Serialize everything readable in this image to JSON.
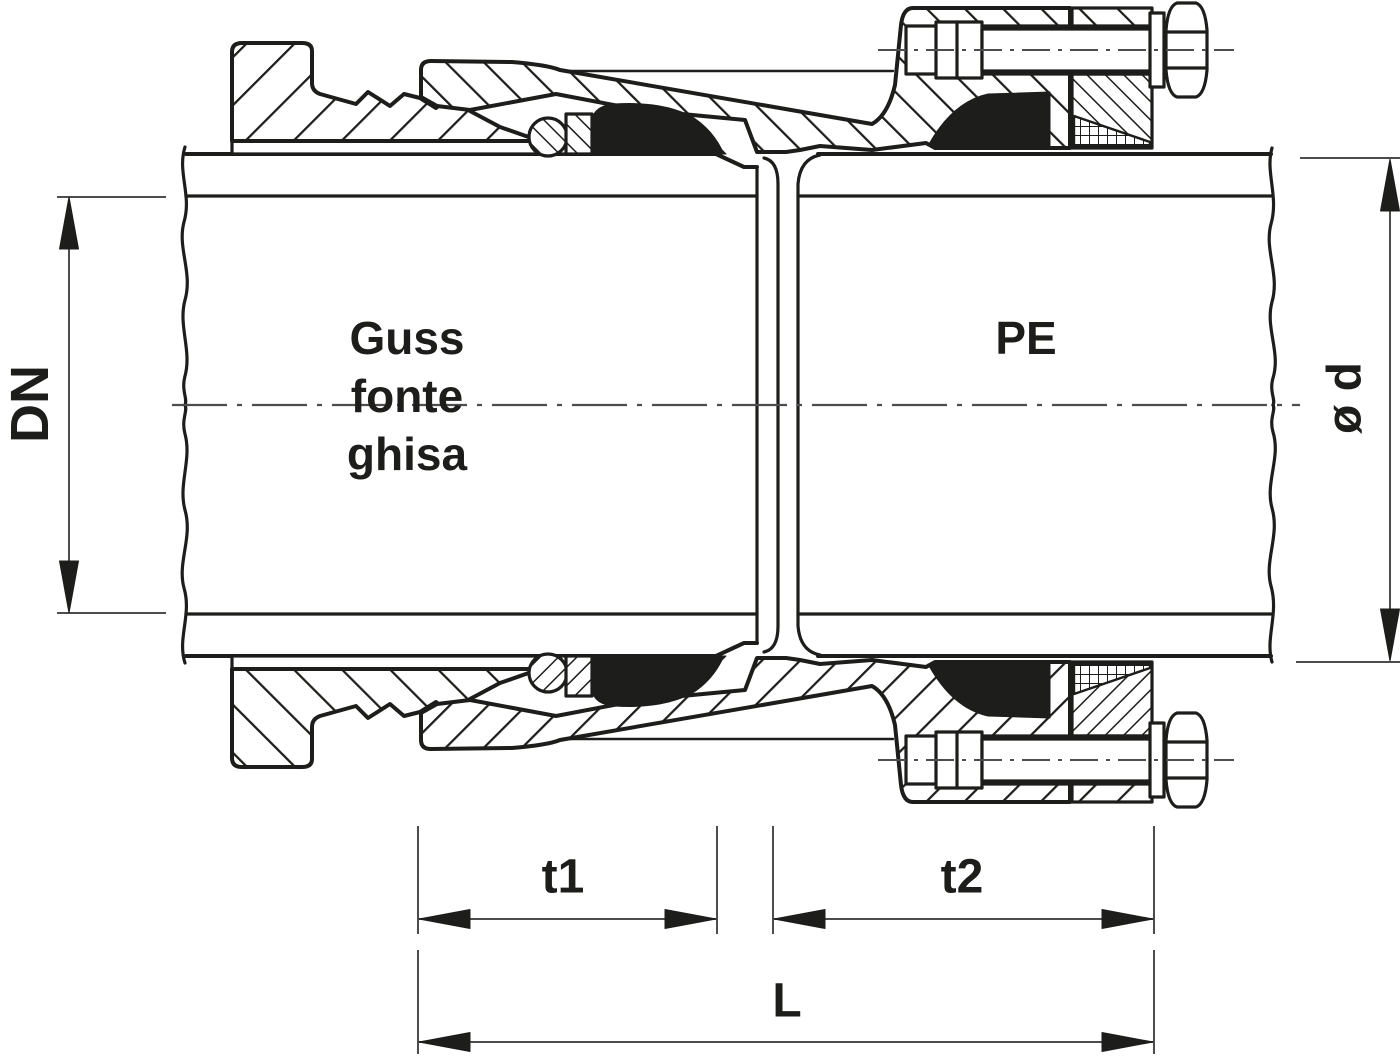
{
  "diagram": {
    "type": "technical-section-drawing",
    "labels": {
      "material_left_line1": "Guss",
      "material_left_line2": "fonte",
      "material_left_line3": "ghisa",
      "material_right": "PE",
      "dim_nominal_diameter": "DN",
      "dim_outer_diameter": "ø d",
      "dim_insertion_left": "t1",
      "dim_insertion_right": "t2",
      "dim_total_length": "L"
    },
    "colors": {
      "line": "#1d1d1b",
      "dim": "#4d4d4d",
      "background": "#ffffff"
    }
  }
}
